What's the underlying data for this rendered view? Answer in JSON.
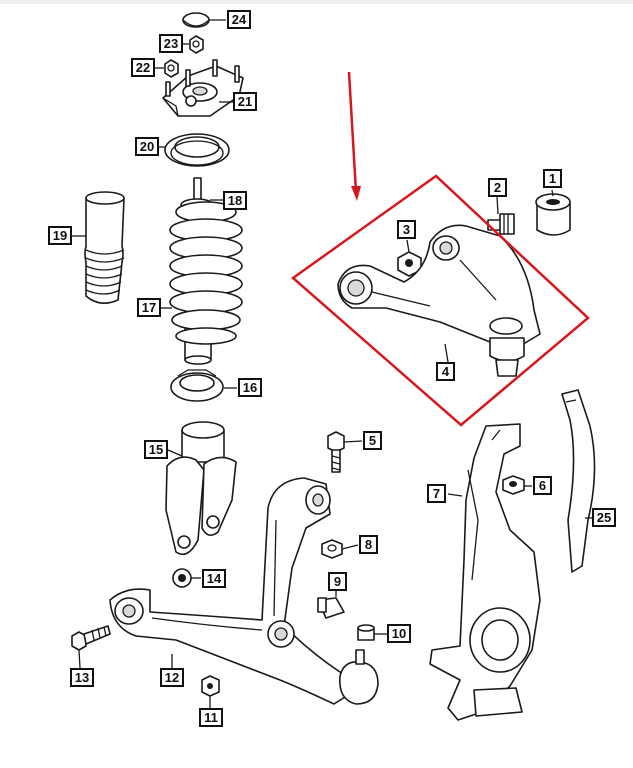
{
  "highlight": {
    "color": "#d6181e"
  },
  "callouts": [
    {
      "id": "1",
      "label": "1"
    },
    {
      "id": "2",
      "label": "2"
    },
    {
      "id": "3",
      "label": "3"
    },
    {
      "id": "4",
      "label": "4"
    },
    {
      "id": "5",
      "label": "5"
    },
    {
      "id": "6",
      "label": "6"
    },
    {
      "id": "7",
      "label": "7"
    },
    {
      "id": "8",
      "label": "8"
    },
    {
      "id": "9",
      "label": "9"
    },
    {
      "id": "10",
      "label": "10"
    },
    {
      "id": "11",
      "label": "11"
    },
    {
      "id": "12",
      "label": "12"
    },
    {
      "id": "13",
      "label": "13"
    },
    {
      "id": "14",
      "label": "14"
    },
    {
      "id": "15",
      "label": "15"
    },
    {
      "id": "16",
      "label": "16"
    },
    {
      "id": "17",
      "label": "17"
    },
    {
      "id": "18",
      "label": "18"
    },
    {
      "id": "19",
      "label": "19"
    },
    {
      "id": "20",
      "label": "20"
    },
    {
      "id": "21",
      "label": "21"
    },
    {
      "id": "22",
      "label": "22"
    },
    {
      "id": "23",
      "label": "23"
    },
    {
      "id": "24",
      "label": "24"
    },
    {
      "id": "25",
      "label": "25"
    }
  ]
}
